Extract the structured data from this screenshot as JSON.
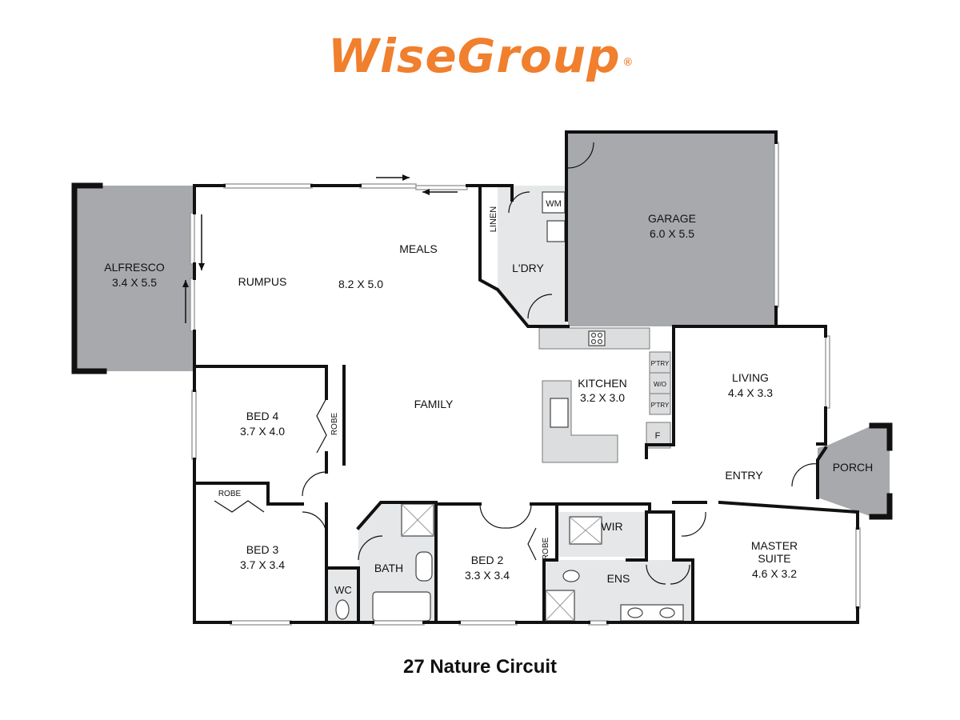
{
  "brand": {
    "name": "WiseGroup",
    "registered_mark": "®",
    "color": "#F07F2E"
  },
  "address": "27 Nature Circuit",
  "colors": {
    "wall": "#111111",
    "outdoor_fill": "#A7A9AC",
    "wet_fill": "#E6E7E8",
    "counter_fill": "#DCDDDE"
  },
  "rooms": {
    "alfresco": {
      "name": "ALFRESCO",
      "size": "3.4 X 5.5"
    },
    "rumpus": {
      "name": "RUMPUS"
    },
    "meals": {
      "name": "MEALS"
    },
    "rumpus_meals_size": "8.2 X 5.0",
    "linen": {
      "name": "LINEN"
    },
    "wm": {
      "name": "WM"
    },
    "laundry": {
      "name": "L'DRY"
    },
    "garage": {
      "name": "GARAGE",
      "size": "6.0 X 5.5"
    },
    "kitchen": {
      "name": "KITCHEN",
      "size": "3.2 X 3.0"
    },
    "pantry1": {
      "name": "P'TRY"
    },
    "wo": {
      "name": "W/O"
    },
    "pantry2": {
      "name": "P'TRY"
    },
    "fridge": {
      "name": "F"
    },
    "living": {
      "name": "LIVING",
      "size": "4.4 X 3.3"
    },
    "family": {
      "name": "FAMILY"
    },
    "bed4": {
      "name": "BED 4",
      "size": "3.7 X 4.0"
    },
    "robe4": {
      "name": "ROBE"
    },
    "robe3": {
      "name": "ROBE"
    },
    "bed3": {
      "name": "BED 3",
      "size": "3.7 X 3.4"
    },
    "wc": {
      "name": "WC"
    },
    "bath": {
      "name": "BATH"
    },
    "bed2": {
      "name": "BED 2",
      "size": "3.3 X 3.4"
    },
    "robe2": {
      "name": "ROBE"
    },
    "wir": {
      "name": "WIR"
    },
    "ens": {
      "name": "ENS"
    },
    "master": {
      "name_line1": "MASTER",
      "name_line2": "SUITE",
      "size": "4.6 X 3.2"
    },
    "entry": {
      "name": "ENTRY"
    },
    "porch": {
      "name": "PORCH"
    }
  }
}
